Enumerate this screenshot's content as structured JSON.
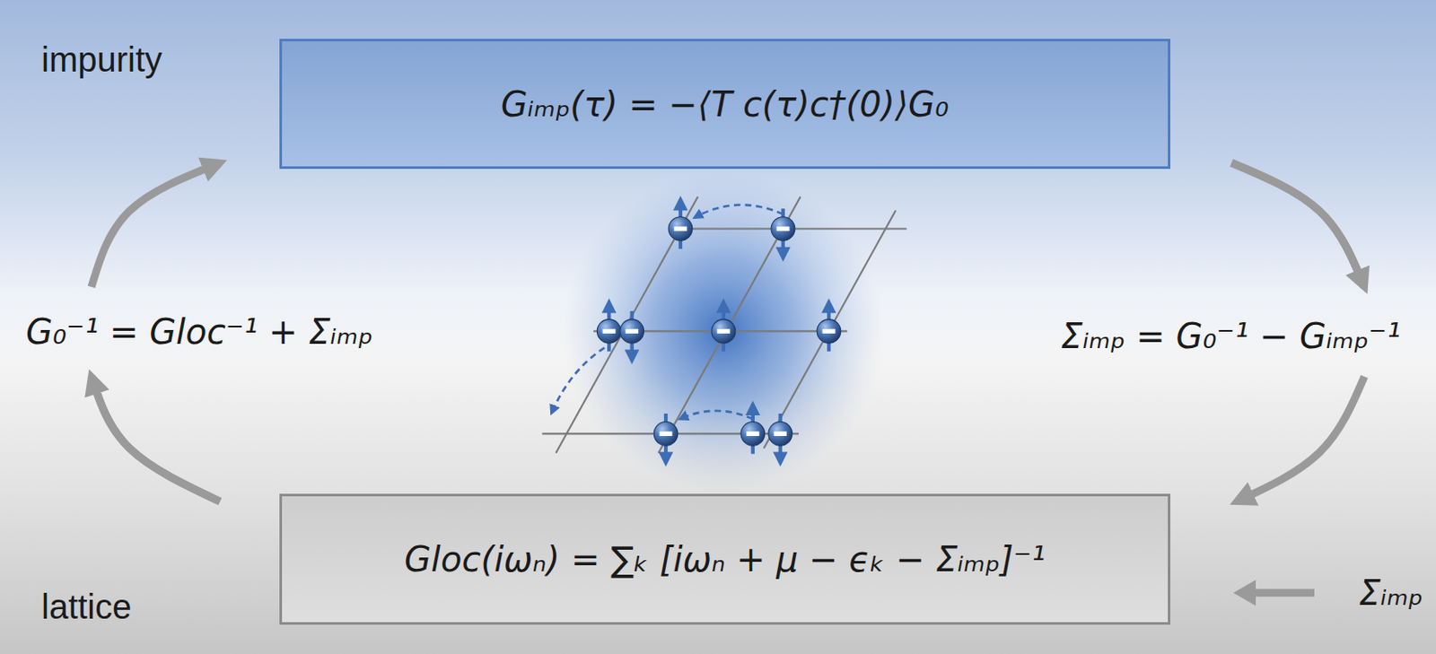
{
  "diagram": {
    "nodes": [
      {
        "text": [
          "Gᵢₘₚ(τ) = −⟨T c(τ)c†(0)⟩G₀"
        ]
      },
      {
        "text": [
          "Gloc(iωₙ) = ∑ₖ [iωₙ + μ − ϵₖ − Σᵢₘₚ]⁻¹"
        ]
      }
    ],
    "edges": [
      {
        "from": 1,
        "to": 0,
        "arrow": "to"
      },
      {
        "from": 0,
        "to": 1,
        "arrow": "to"
      }
    ],
    "labels": [
      "impurity",
      "lattice",
      "G₀⁻¹ = Gloc⁻¹ + Σᵢₘₚ",
      "Σᵢₘₚ = G₀⁻¹ − Gᵢₘₚ⁻¹",
      "Σᵢₘₚ"
    ]
  }
}
